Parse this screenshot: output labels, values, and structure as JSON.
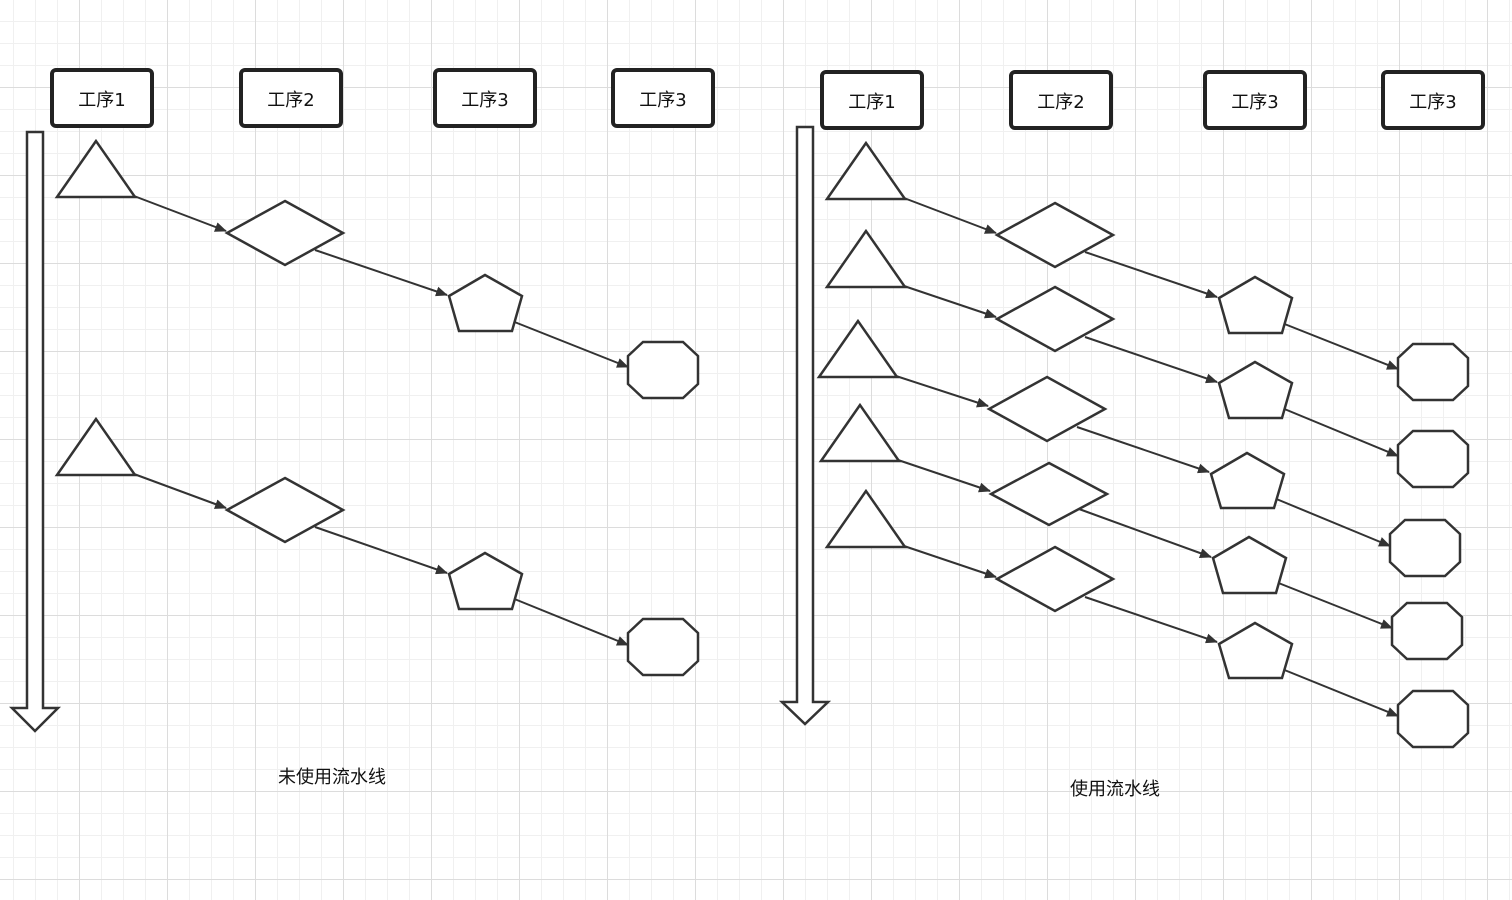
{
  "diagram": {
    "left_panel": {
      "stage_headers": [
        "工序1",
        "工序2",
        "工序3",
        "工序3"
      ],
      "caption": "未使用流水线",
      "task_count": 2
    },
    "right_panel": {
      "stage_headers": [
        "工序1",
        "工序2",
        "工序3",
        "工序3"
      ],
      "caption": "使用流水线",
      "task_count": 5
    },
    "stage_shapes": [
      "triangle",
      "diamond",
      "pentagon",
      "octagon"
    ],
    "colors": {
      "background": "#ffffff",
      "grid_major": "#dcdcdc",
      "grid_minor": "#f0f0f0",
      "stroke": "#333333",
      "box_stroke": "#222222"
    }
  }
}
